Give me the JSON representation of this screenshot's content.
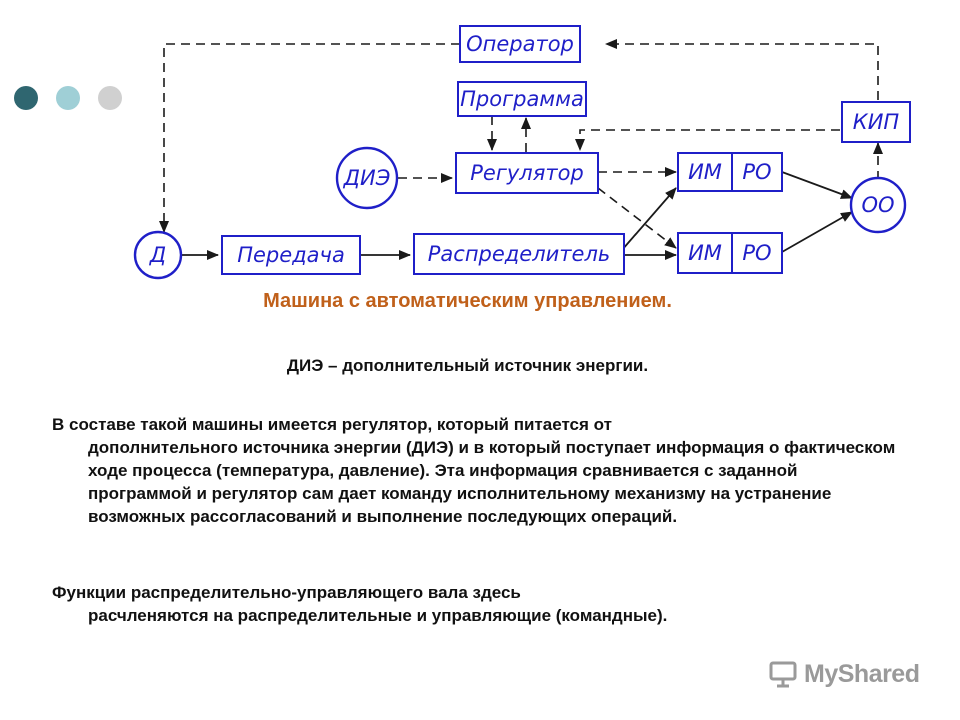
{
  "colors": {
    "dot1": "#2f6670",
    "dot2": "#9fcfd6",
    "dot3": "#d0d0d0",
    "diagram_blue": "#1f1fc8",
    "title": "#c0601a",
    "text": "#111111",
    "watermark": "#9a9a9a"
  },
  "diagram": {
    "operator": "Оператор",
    "program": "Программа",
    "kip": "КИП",
    "die": "ДИЭ",
    "regulator": "Регулятор",
    "im1": "ИМ",
    "ro1": "РО",
    "im2": "ИМ",
    "ro2": "РО",
    "oo": "ОО",
    "d": "Д",
    "transmission": "Передача",
    "distributor": "Распределитель"
  },
  "title": "Машина с автоматическим управлением.",
  "subtitle": "ДИЭ – дополнительный источник энергии.",
  "paragraph1": {
    "first": "В составе такой машины имеется регулятор, который питается от",
    "rest": "дополнительного источника энергии (ДИЭ) и в который поступает информация о фактическом ходе процесса (температура, давление). Эта информация сравнивается с заданной программой и регулятор сам дает команду исполнительному механизму на устранение возможных рассогласований и выполнение последующих операций."
  },
  "paragraph2": {
    "first": "Функции распределительно-управляющего вала здесь",
    "rest": "расчленяются на распределительные и управляющие (командные)."
  },
  "watermark": {
    "text": "MyShared",
    "icon": "presentation-board-icon"
  }
}
